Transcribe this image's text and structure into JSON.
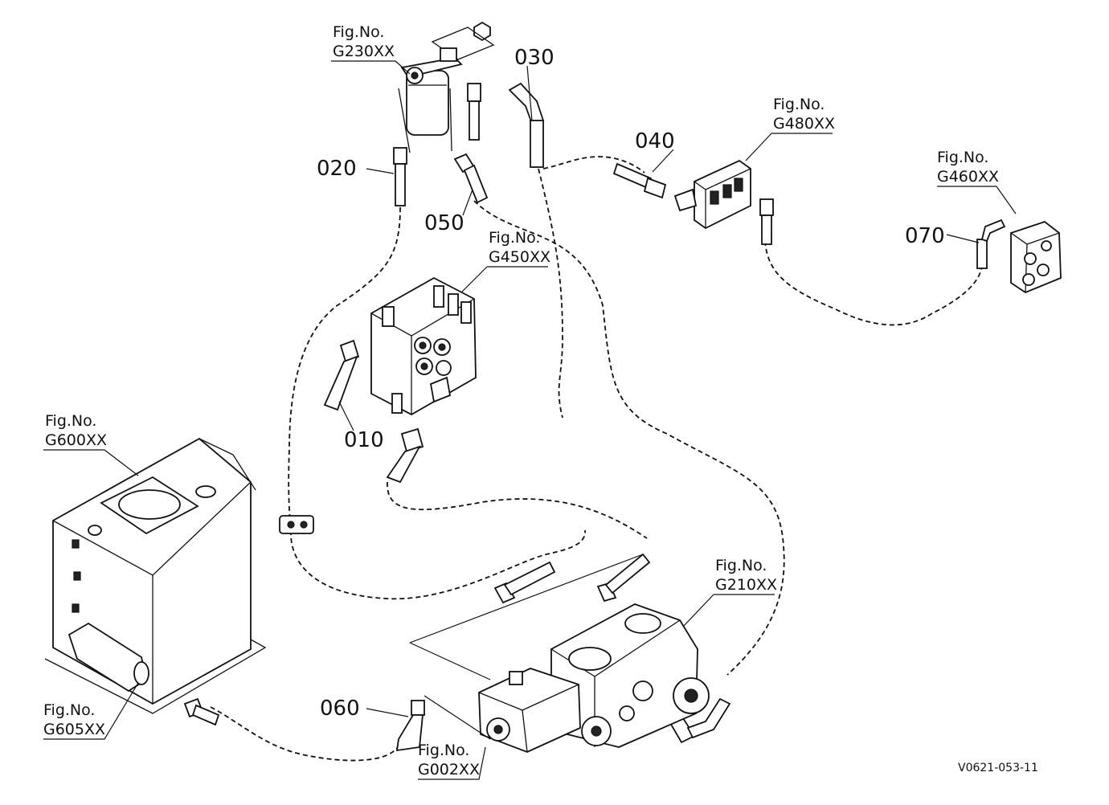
{
  "diagram": {
    "drawing_code": "V0621-053-11",
    "part_numbers": {
      "p010": "010",
      "p020": "020",
      "p030": "030",
      "p040": "040",
      "p050": "050",
      "p060": "060",
      "p070": "070"
    },
    "figure_refs": {
      "g230": {
        "line1": "Fig.No.",
        "line2": "G230XX"
      },
      "g480": {
        "line1": "Fig.No.",
        "line2": "G480XX"
      },
      "g460": {
        "line1": "Fig.No.",
        "line2": "G460XX"
      },
      "g450": {
        "line1": "Fig.No.",
        "line2": "G450XX"
      },
      "g600": {
        "line1": "Fig.No.",
        "line2": "G600XX"
      },
      "g210": {
        "line1": "Fig.No.",
        "line2": "G210XX"
      },
      "g605": {
        "line1": "Fig.No.",
        "line2": "G605XX"
      },
      "g002": {
        "line1": "Fig.No.",
        "line2": "G002XX"
      }
    }
  }
}
